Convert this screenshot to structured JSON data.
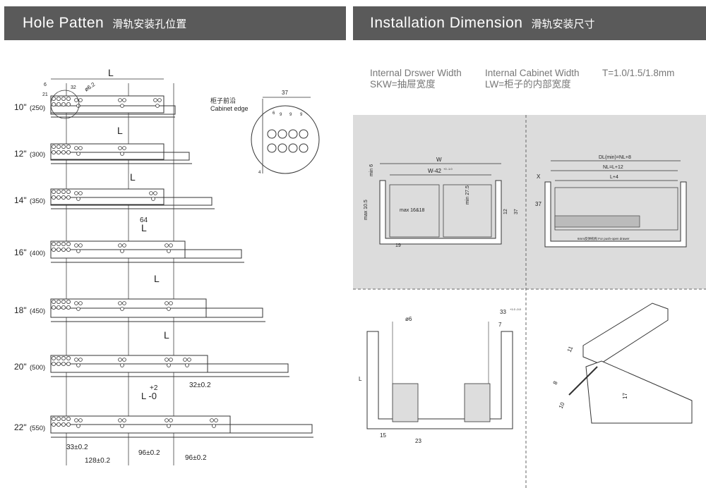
{
  "left_header": {
    "title_en": "Hole Patten",
    "title_cn": "滑轨安装孔位置"
  },
  "right_header": {
    "title_en": "Installation Dimension",
    "title_cn": "滑轨安装尺寸"
  },
  "specs": {
    "drawer_width_en": "Internal Drswer Width",
    "drawer_width_cn": "SKW=抽屉宽度",
    "cabinet_width_en": "Internal Cabinet Width",
    "cabinet_width_cn": "LW=柜子的内部宽度",
    "thickness": "T=1.0/1.5/1.8mm"
  },
  "slides": [
    {
      "size": "10\"",
      "mm": "(250)",
      "length_label": "L"
    },
    {
      "size": "12\"",
      "mm": "(300)",
      "length_label": "L"
    },
    {
      "size": "14\"",
      "mm": "(350)",
      "length_label": "L"
    },
    {
      "size": "16\"",
      "mm": "(400)",
      "length_label": "L"
    },
    {
      "size": "18\"",
      "mm": "(450)",
      "length_label": "L"
    },
    {
      "size": "20\"",
      "mm": "(500)",
      "length_label": "L"
    },
    {
      "size": "22\"",
      "mm": "(550)",
      "length_label": "L"
    }
  ],
  "hole_dims": {
    "top_L": "L",
    "d6": "6",
    "d32": "32",
    "d21": "21",
    "phi62": "ø6.2",
    "d64": "64",
    "d32pm": "32±0.2",
    "L_tol_plus": "+2",
    "L_tol": "L -0",
    "d33pm": "33±0.2",
    "d96pm_a": "96±0.2",
    "d96pm_b": "96±0.2",
    "d128pm": "128±0.2"
  },
  "detail": {
    "cn": "柜子前沿",
    "en": "Cabinet  edge",
    "d37": "37",
    "d6": "6",
    "d9a": "9",
    "d9b": "9",
    "d9c": "9",
    "d4": "4"
  },
  "front_view": {
    "W": "W",
    "W42": "W-42",
    "W42_tol": "+0 -1.0",
    "min6": "min 6",
    "max105": "max 10.5",
    "max1618": "max 16&18",
    "min275": "min 27.5",
    "d12": "12",
    "d37": "37",
    "d19": "19"
  },
  "side_view": {
    "DL": "DL(min)=NL+8",
    "NL": "NL=L+12",
    "L4": "L+4",
    "X": "X",
    "d37": "37",
    "note": "6mm反弹机构 For push-open drawer"
  },
  "rear_view": {
    "phi6": "ø6",
    "d33": "33",
    "d33_tol": "+1.0 -0.0",
    "d7": "7",
    "d15": "15",
    "d23": "23",
    "L": "L"
  },
  "iso_view": {
    "d11": "11",
    "d8": "8",
    "d10": "10",
    "d17": "17"
  }
}
